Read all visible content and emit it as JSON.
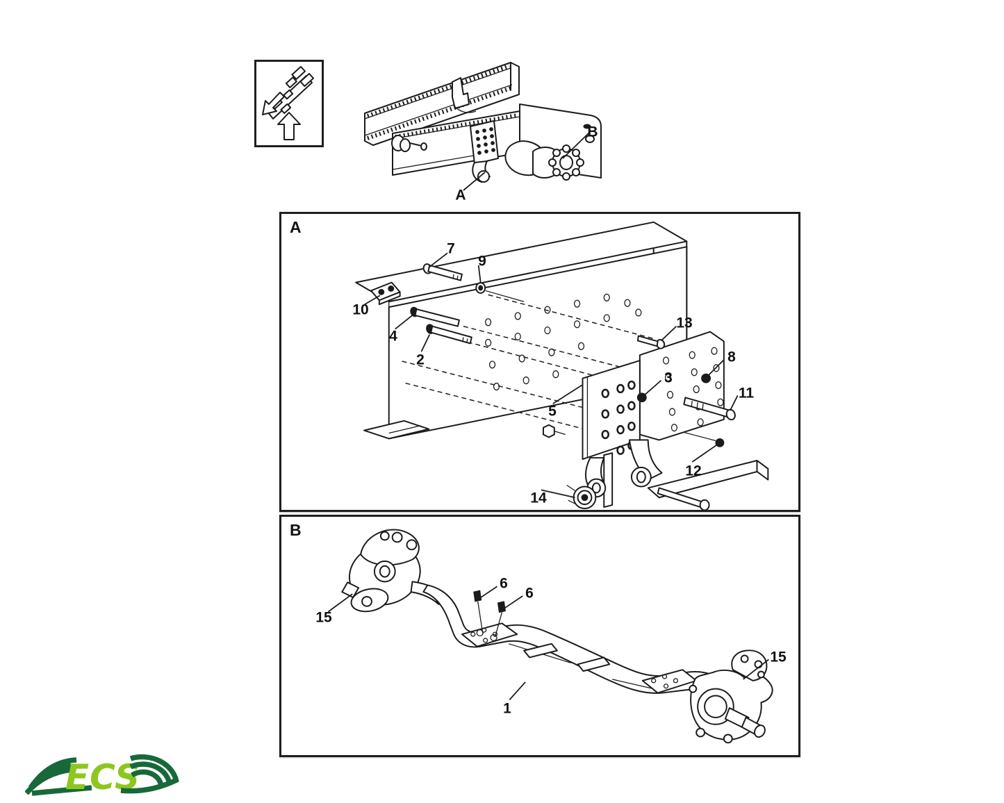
{
  "page": {
    "background_color": "#ffffff",
    "line_color": "#1b1b1b"
  },
  "orientation_indicator": {
    "icons": [
      "axle-schematic-icon",
      "corner-arrow-icon",
      "up-arrow-icon"
    ]
  },
  "overview": {
    "callouts": [
      {
        "label": "A"
      },
      {
        "label": "B"
      }
    ]
  },
  "panel_a": {
    "title": "A",
    "callouts": [
      {
        "label": "7"
      },
      {
        "label": "9"
      },
      {
        "label": "10"
      },
      {
        "label": "4"
      },
      {
        "label": "2"
      },
      {
        "label": "13"
      },
      {
        "label": "8"
      },
      {
        "label": "3"
      },
      {
        "label": "11"
      },
      {
        "label": "5"
      },
      {
        "label": "12"
      },
      {
        "label": "14"
      }
    ]
  },
  "panel_b": {
    "title": "B",
    "callouts": [
      {
        "label": "15"
      },
      {
        "label": "6"
      },
      {
        "label": "6"
      },
      {
        "label": "1"
      },
      {
        "label": "15"
      }
    ]
  },
  "logo": {
    "text": "ECS",
    "dark_green": "#17693a",
    "light_green": "#8dc71e"
  }
}
